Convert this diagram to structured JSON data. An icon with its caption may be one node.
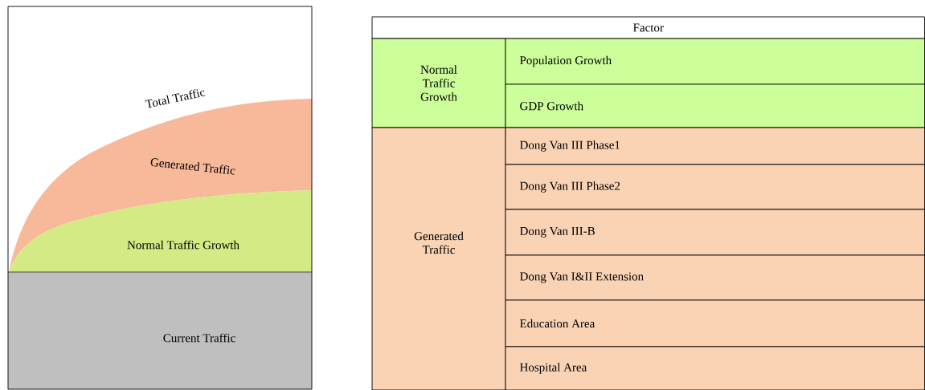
{
  "diagram": {
    "nodes": [
      {
        "text": [
          "Generated Traffic"
        ]
      },
      {
        "text": [
          "Normal Traffic Growth"
        ]
      },
      {
        "text": [
          "Current Traffic"
        ]
      }
    ],
    "labels": [
      "Total Traffic",
      "Factor",
      "Normal Traffic Growth",
      "Population Growth",
      "GDP Growth",
      "Generated Traffic",
      "Dong Van III Phase1",
      "Dong Van III Phase2",
      "Dong Van III-B",
      "Dong Van I&II Extension",
      "Education Area",
      "Hospital Area"
    ]
  }
}
